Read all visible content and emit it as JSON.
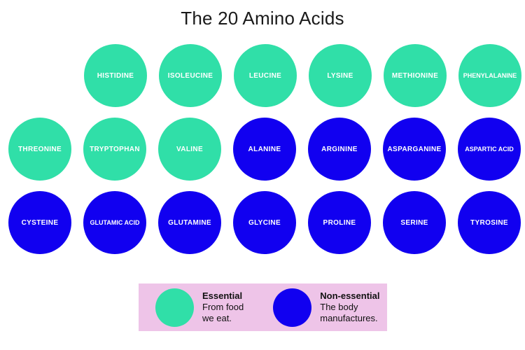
{
  "title": "The 20 Amino Acids",
  "colors": {
    "essential": "#30DFA8",
    "non_essential": "#1100F0",
    "legend_background": "#EEC4E8",
    "page_background": "#FFFFFF",
    "label_text": "#FFFFFF",
    "title_text": "#1A1A1A"
  },
  "rows": [
    {
      "align": "offset",
      "items": [
        {
          "label": "HISTIDINE",
          "category": "essential"
        },
        {
          "label": "ISOLEUCINE",
          "category": "essential"
        },
        {
          "label": "LEUCINE",
          "category": "essential"
        },
        {
          "label": "LYSINE",
          "category": "essential"
        },
        {
          "label": "METHIONINE",
          "category": "essential"
        },
        {
          "label": "PHENYLALANINE",
          "category": "essential"
        }
      ]
    },
    {
      "align": "flush",
      "items": [
        {
          "label": "THREONINE",
          "category": "essential"
        },
        {
          "label": "TRYPTOPHAN",
          "category": "essential"
        },
        {
          "label": "VALINE",
          "category": "essential"
        },
        {
          "label": "ALANINE",
          "category": "non-essential"
        },
        {
          "label": "ARGININE",
          "category": "non-essential"
        },
        {
          "label": "ASPARGANINE",
          "category": "non-essential"
        },
        {
          "label": "ASPARTIC ACID",
          "category": "non-essential"
        }
      ]
    },
    {
      "align": "flush",
      "items": [
        {
          "label": "CYSTEINE",
          "category": "non-essential"
        },
        {
          "label": "GLUTAMIC ACID",
          "category": "non-essential"
        },
        {
          "label": "GLUTAMINE",
          "category": "non-essential"
        },
        {
          "label": "GLYCINE",
          "category": "non-essential"
        },
        {
          "label": "PROLINE",
          "category": "non-essential"
        },
        {
          "label": "SERINE",
          "category": "non-essential"
        },
        {
          "label": "TYROSINE",
          "category": "non-essential"
        }
      ]
    }
  ],
  "legend": {
    "items": [
      {
        "swatch": "essential",
        "heading": "Essential",
        "description": "From food\nwe eat."
      },
      {
        "swatch": "non-essential",
        "heading": "Non-essential",
        "description": "The body\nmanufactures."
      }
    ]
  }
}
